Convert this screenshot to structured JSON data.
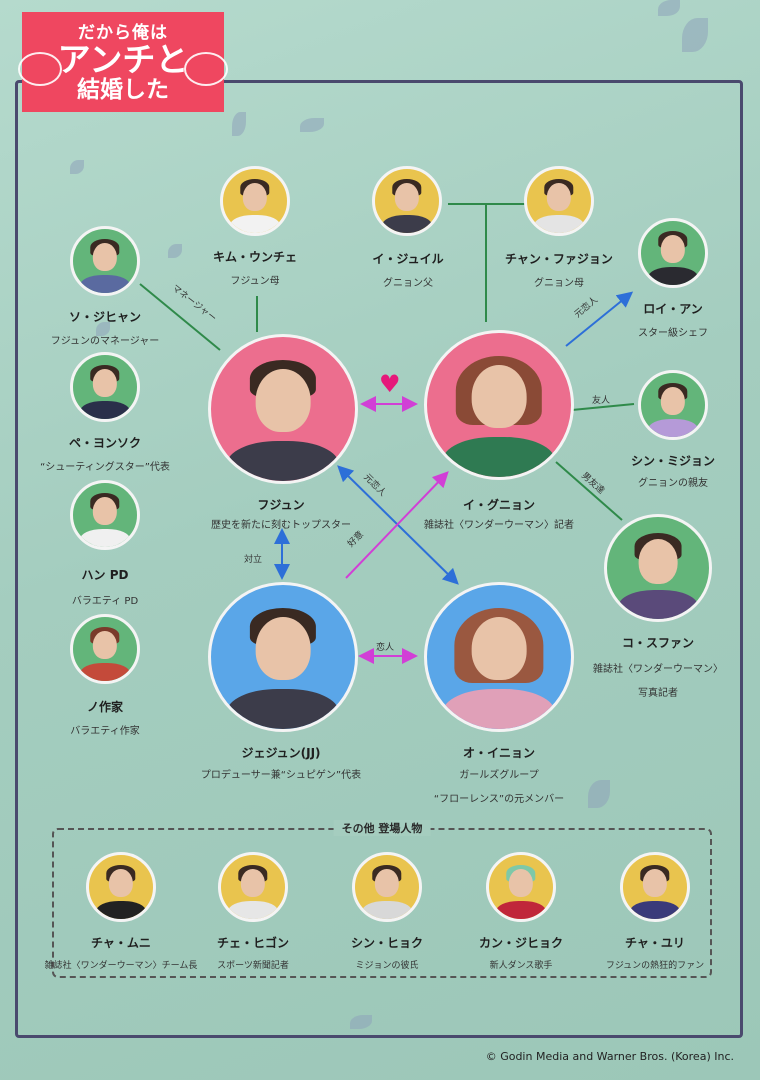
{
  "title": {
    "line1": "だから俺は",
    "line2": "アンチと",
    "line3": "結婚した"
  },
  "colors": {
    "logo_bg": "#ef4760",
    "lines_green": "#2f8a4a",
    "lines_blue": "#2d6fd8",
    "lines_magenta": "#d13fd6",
    "heart": "#e6197a"
  },
  "main": {
    "fujun": {
      "name": "フジュン",
      "desc": "歴史を新たに刻むトップスター"
    },
    "igunyon": {
      "name": "イ・グニョン",
      "desc": "雑誌社〈ワンダーウーマン〉記者"
    },
    "jejun": {
      "name": "ジェジュン(JJ)",
      "desc": "プロデューサー兼“シュピゲン”代表"
    },
    "oinyon": {
      "name": "オ・イニョン",
      "desc1": "ガールズグループ",
      "desc2": "“フローレンス”の元メンバー"
    }
  },
  "side": [
    {
      "name": "キム・ウンチェ",
      "desc": "フジュン母"
    },
    {
      "name": "イ・ジュイル",
      "desc": "グニョン父"
    },
    {
      "name": "チャン・ファジョン",
      "desc": "グニョン母"
    },
    {
      "name": "ソ・ジヒャン",
      "desc": "フジュンのマネージャー"
    },
    {
      "name": "ペ・ヨンソク",
      "desc": "“シューティングスター”代表"
    },
    {
      "name": "ハン PD",
      "desc": "バラエティ PD"
    },
    {
      "name": "ノ作家",
      "desc": "バラエティ作家"
    },
    {
      "name": "ロイ・アン",
      "desc": "スター級シェフ"
    },
    {
      "name": "シン・ミジョン",
      "desc": "グニョンの親友"
    },
    {
      "name": "コ・スファン",
      "desc1": "雑誌社〈ワンダーウーマン〉",
      "desc2": "写真記者"
    }
  ],
  "relations": {
    "manager": "マネージャー",
    "ex_lover": "元恋人",
    "friend": "友人",
    "boyfriend_lover": "男友達",
    "ex_lover2": "元恋人",
    "crush": "好意",
    "rival": "対立",
    "lovers": "恋人"
  },
  "others_title": "その他 登場人物",
  "others": [
    {
      "name": "チャ・ムニ",
      "desc": "雑誌社〈ワンダーウーマン〉チーム長"
    },
    {
      "name": "チェ・ヒゴン",
      "desc": "スポーツ新聞記者"
    },
    {
      "name": "シン・ヒョク",
      "desc": "ミジョンの彼氏"
    },
    {
      "name": "カン・ジヒョク",
      "desc": "新人ダンス歌手"
    },
    {
      "name": "チャ・ユリ",
      "desc": "フジュンの熱狂的ファン"
    }
  ],
  "copyright": "© Godin Media and Warner Bros. (Korea) Inc."
}
